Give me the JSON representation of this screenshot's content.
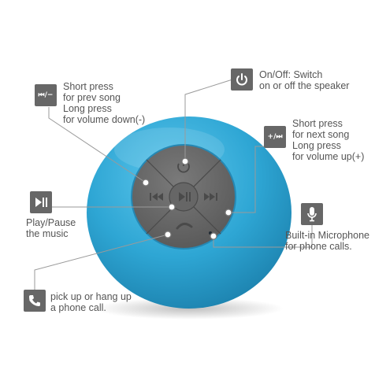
{
  "colors": {
    "speaker_body": "#2fa9d6",
    "button_cluster": "#6a6a6a",
    "badge": "#676767",
    "callout_line": "#9a9a9a",
    "label_text": "#555555"
  },
  "callouts": {
    "prev": {
      "icon": "prev-volume-down-icon",
      "badge_text": "⏮/−",
      "lines": [
        "Short press",
        "for prev song",
        "Long press",
        "for volume down(-)"
      ]
    },
    "power": {
      "icon": "power-icon",
      "lines": [
        "On/Off: Switch",
        "on or off the speaker"
      ]
    },
    "next": {
      "icon": "next-volume-up-icon",
      "badge_text": "+/⏭",
      "lines": [
        "Short press",
        "for next song",
        "Long press",
        "for volume up(+)"
      ]
    },
    "play": {
      "icon": "play-pause-icon",
      "lines": [
        "Play/Pause",
        "the music"
      ]
    },
    "mic": {
      "icon": "microphone-icon",
      "lines": [
        "Built-in Microphone",
        "for phone calls."
      ]
    },
    "phone": {
      "icon": "phone-icon",
      "lines": [
        "pick up or hang up",
        "a phone call."
      ]
    }
  }
}
